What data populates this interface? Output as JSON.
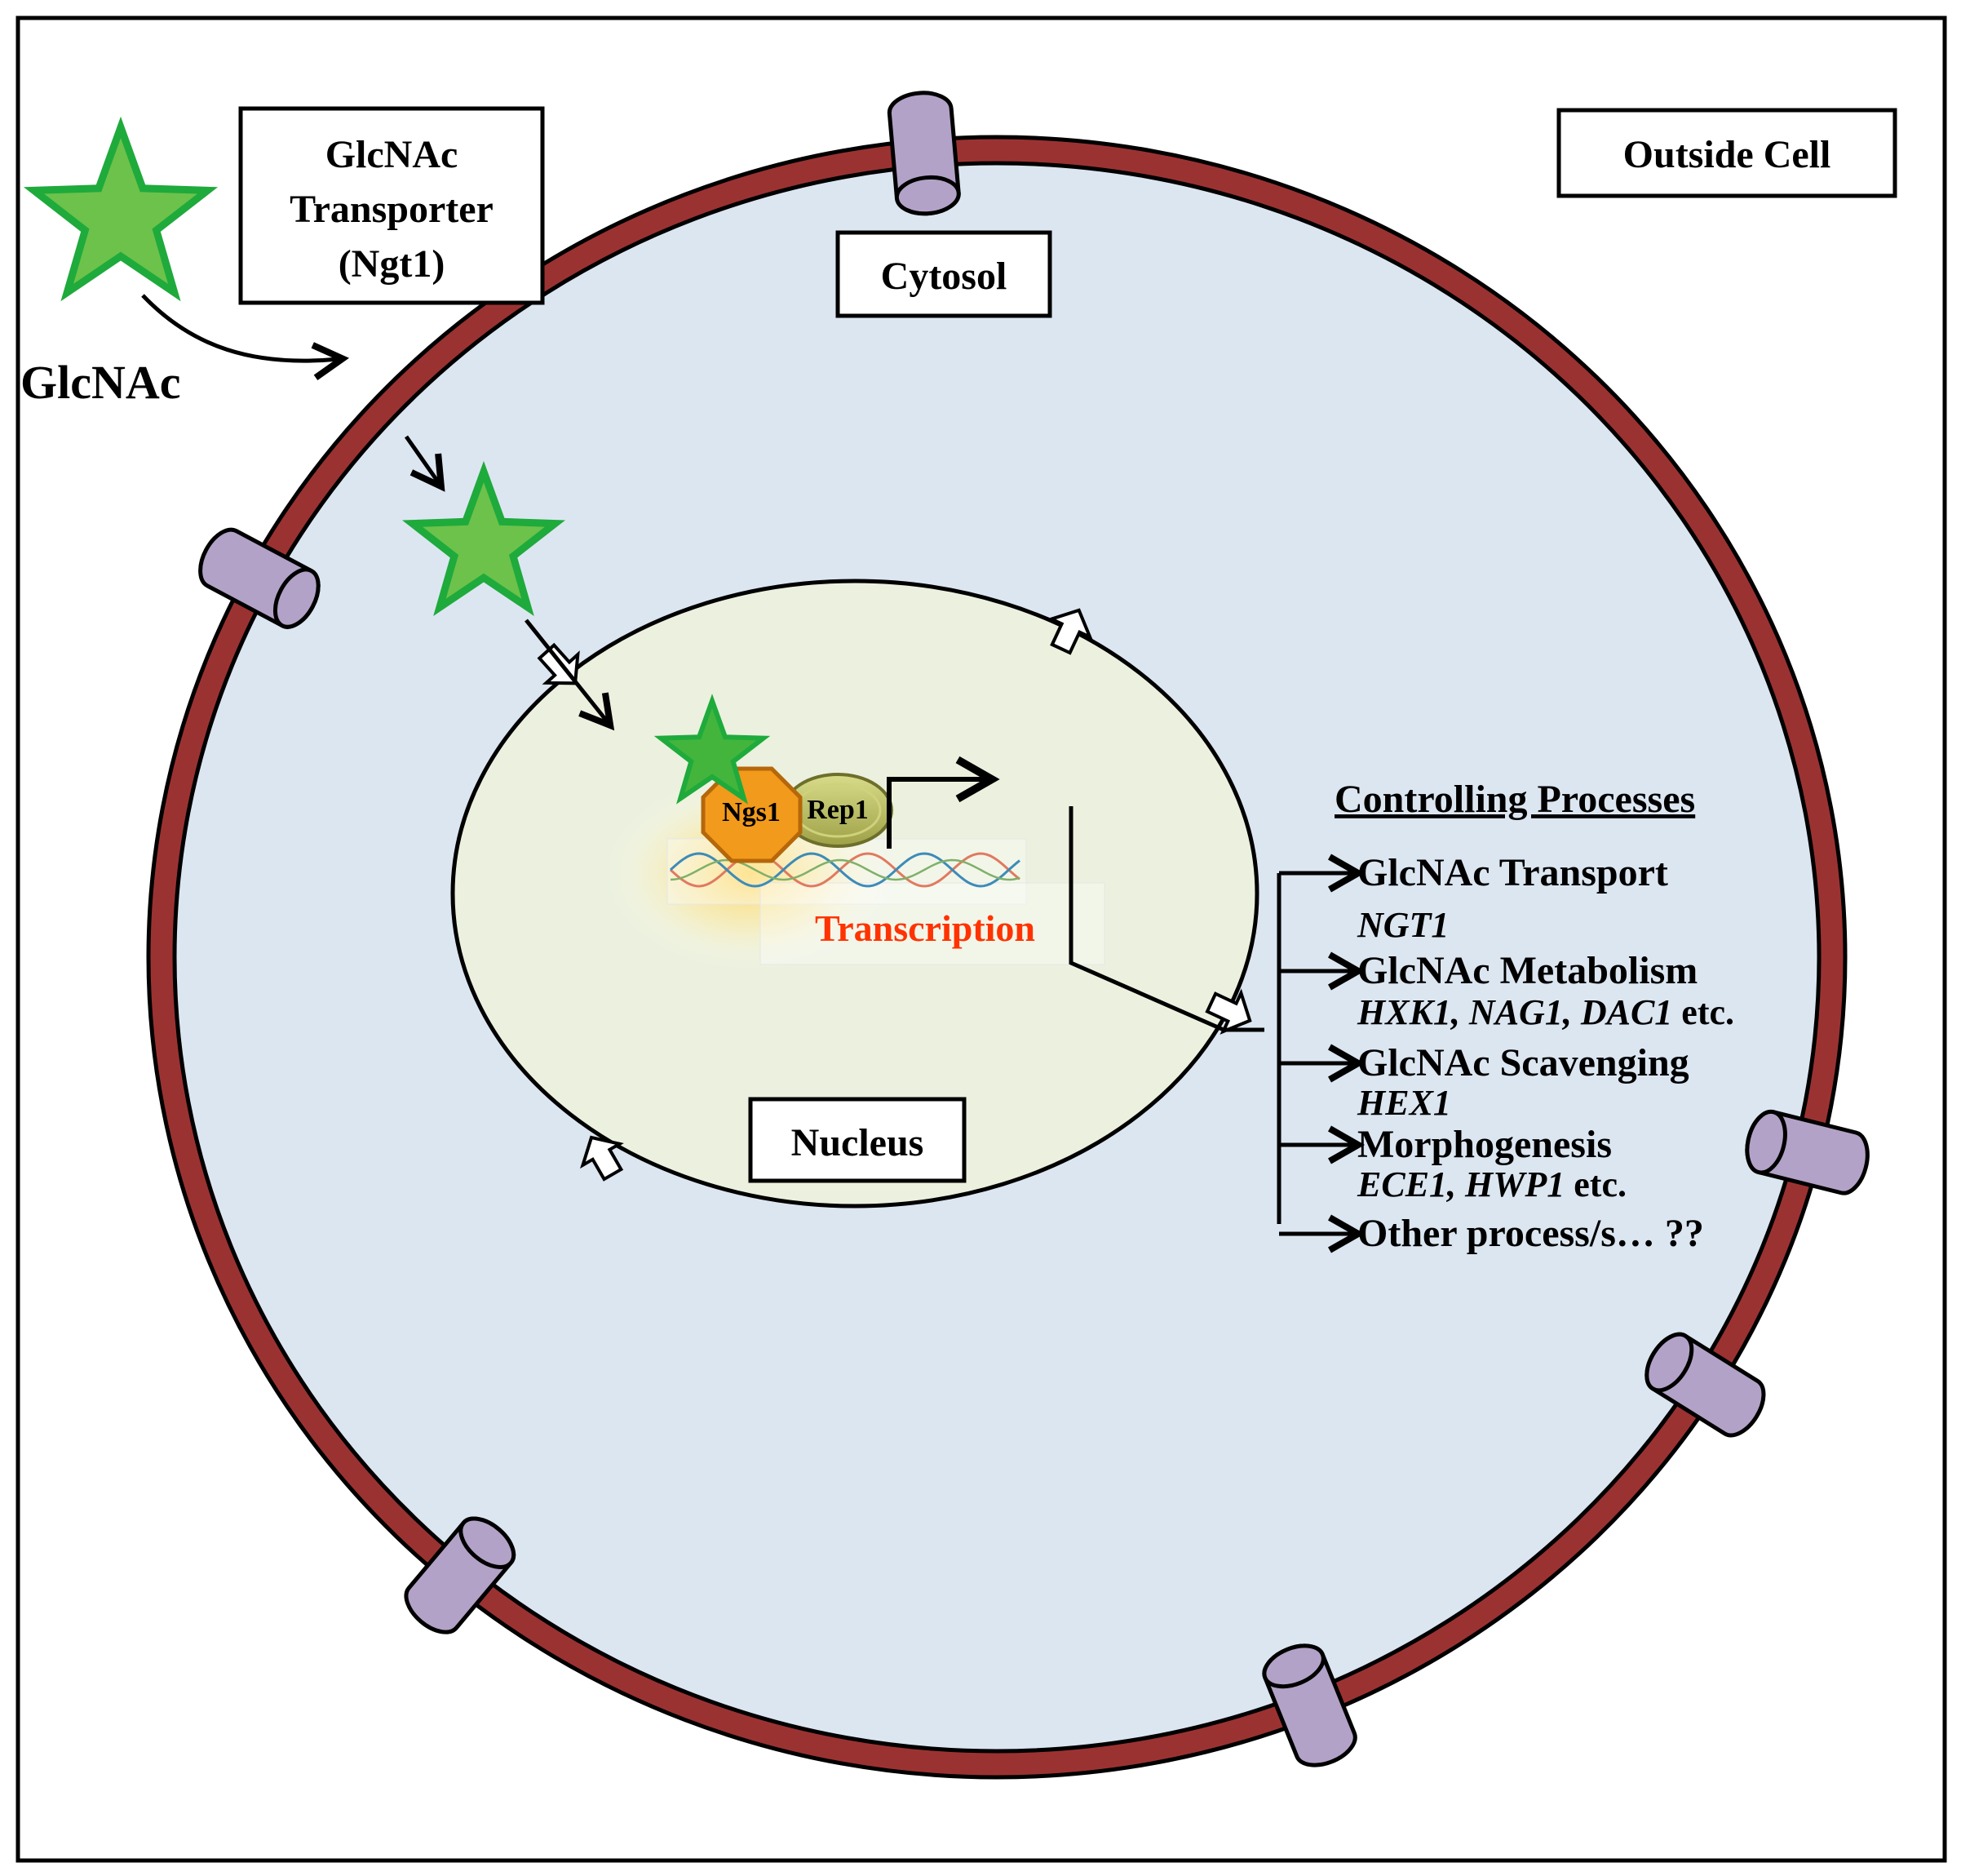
{
  "labels": {
    "outside_cell": "Outside Cell",
    "cytosol": "Cytosol",
    "nucleus": "Nucleus",
    "transporter_line1": "GlcNAc",
    "transporter_line2": "Transporter",
    "transporter_line3": "(Ngt1)",
    "glcnac": "GlcNAc",
    "ngs1": "Ngs1",
    "rep1": "Rep1",
    "transcription": "Transcription"
  },
  "processes": {
    "heading": "Controlling Processes",
    "items": [
      {
        "title": "GlcNAc Transport",
        "genes": "NGT1",
        "suffix": ""
      },
      {
        "title": "GlcNAc Metabolism",
        "genes": "HXK1, NAG1, DAC1",
        "suffix": " etc."
      },
      {
        "title": "GlcNAc Scavenging",
        "genes": "HEX1",
        "suffix": ""
      },
      {
        "title": "Morphogenesis",
        "genes": "ECE1, HWP1",
        "suffix": " etc."
      },
      {
        "title": "Other process/s… ??",
        "genes": "",
        "suffix": ""
      }
    ]
  },
  "colors": {
    "membrane": "#9b3232",
    "cytosol": "#dce6f1",
    "nucleus": "#ebf1de",
    "transporter": "#b3a2c7",
    "star_fill": "#6cc24a",
    "star_stroke": "#1faa3c",
    "ngs1": "#f29a1b",
    "rep1": "#b8bd62",
    "transcription": "#ff3300"
  }
}
